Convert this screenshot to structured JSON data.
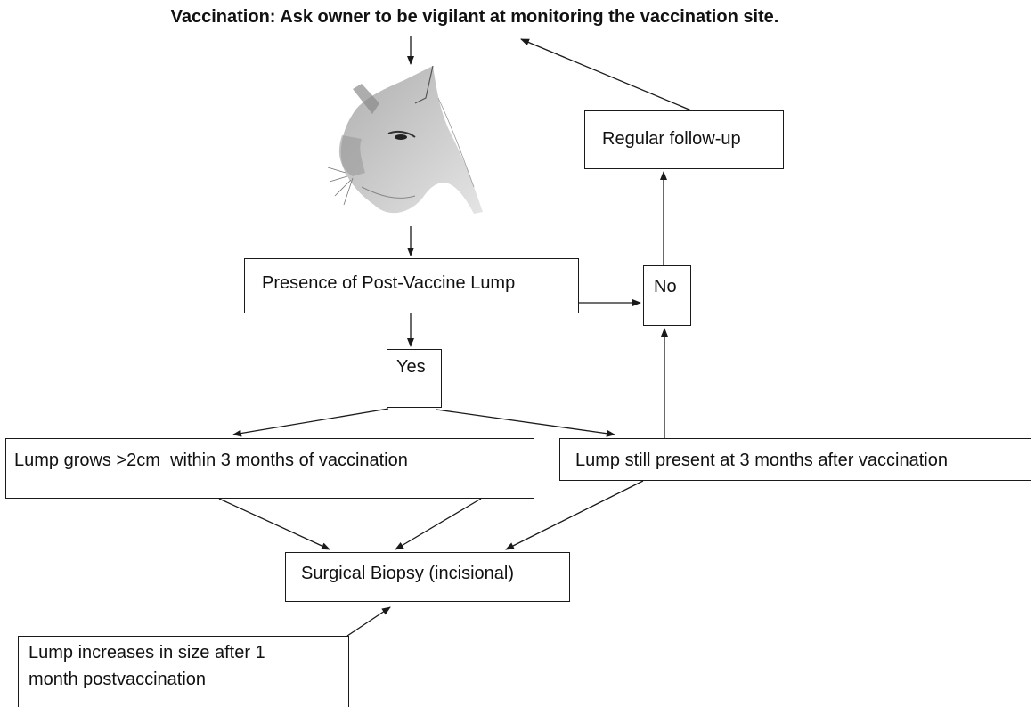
{
  "title": "Vaccination: Ask owner to be vigilant at monitoring the vaccination site.",
  "nodes": {
    "followup": "Regular follow-up",
    "presence": "Presence of Post-Vaccine Lump",
    "no": "No",
    "yes": "Yes",
    "grows": "Lump grows >2cm  within 3 months of vaccination",
    "still_present": "Lump still present at 3 months after vaccination",
    "biopsy": "Surgical Biopsy (incisional)",
    "increases_line1": "Lump increases in size after 1",
    "increases_line2": "month postvaccination"
  },
  "image": {
    "subject": "cat-head-sketch"
  }
}
